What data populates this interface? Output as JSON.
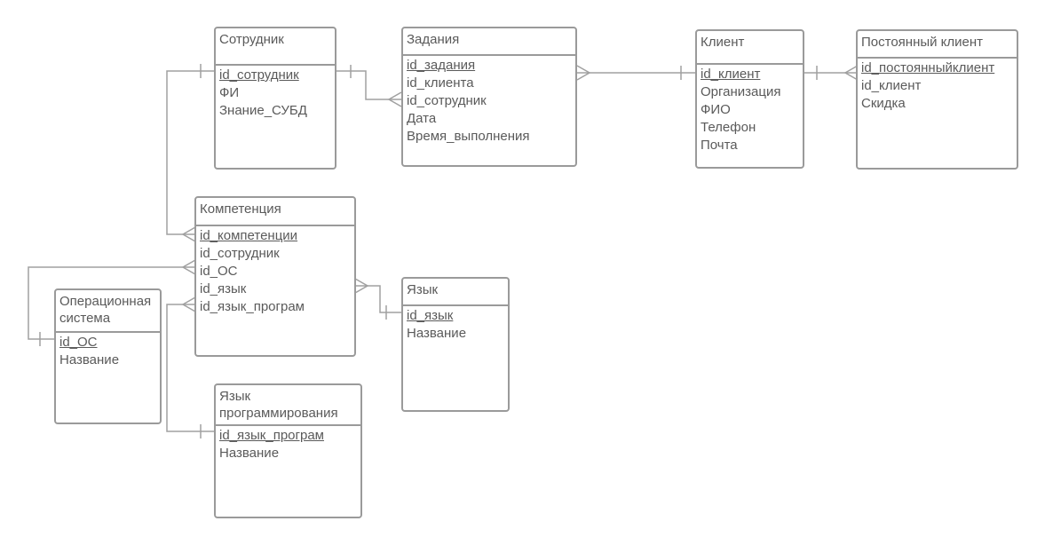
{
  "entities": {
    "employee": {
      "title": "Сотрудник",
      "fields": [
        "id_сотрудник",
        "ФИ",
        "Знание_СУБД"
      ]
    },
    "task": {
      "title": "Задания",
      "fields": [
        "id_задания",
        "id_клиента",
        "id_сотрудник",
        "Дата",
        "Время_выполнения"
      ]
    },
    "client": {
      "title": "Клиент",
      "fields": [
        "id_клиент",
        "Организация",
        "ФИО",
        "Телефон",
        "Почта"
      ]
    },
    "regular_client": {
      "title": "Постоянный клиент",
      "fields": [
        "id_постоянныйклиент",
        "id_клиент",
        "Скидка"
      ]
    },
    "competence": {
      "title": "Компетенция",
      "fields": [
        "id_компетенции",
        "id_сотрудник",
        "id_ОС",
        "id_язык",
        "id_язык_програм"
      ]
    },
    "language": {
      "title": "Язык",
      "fields": [
        "id_язык",
        "Название"
      ]
    },
    "os": {
      "title": "Операционная система",
      "fields": [
        "id_ОС",
        "Название"
      ]
    },
    "prog_language": {
      "title": "Язык программирования",
      "fields": [
        "id_язык_програм",
        "Название"
      ]
    }
  },
  "colors": {
    "border": "#9a9a9a",
    "text": "#5a5a5a",
    "line": "#a0a0a0"
  }
}
